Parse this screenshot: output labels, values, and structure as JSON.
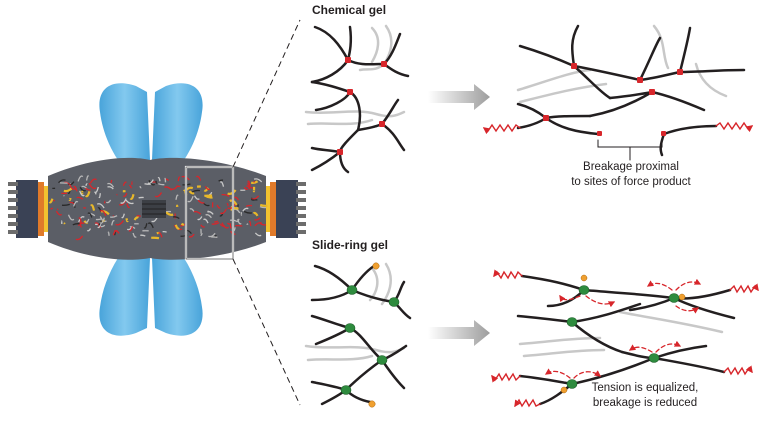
{
  "panels": {
    "chemical": {
      "title": "Chemical gel",
      "caption_line1": "Breakage proximal",
      "caption_line2": "to sites of force product"
    },
    "slide_ring": {
      "title": "Slide-ring gel",
      "caption_line1": "Tension is equalized,",
      "caption_line2": "breakage is reduced"
    }
  },
  "colors": {
    "polymer": "#231f20",
    "free_chain": "#c8c8c8",
    "chemical_crosslink": "#d7262b",
    "slide_ring": "#2e8b3e",
    "stopper": "#f0a030",
    "force_arrow": "#d7262b",
    "grip": "#5bb4e5",
    "arrow_grey": "#a6a6a6"
  }
}
